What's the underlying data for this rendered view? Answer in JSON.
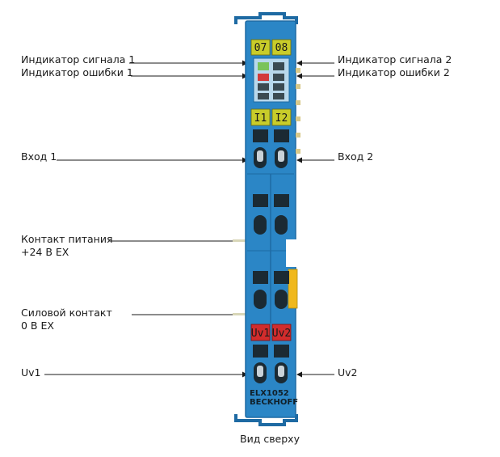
{
  "labels": {
    "signal_indicator_1": "Индикатор сигнала 1",
    "error_indicator_1": "Индикатор ошибки 1",
    "signal_indicator_2": "Индикатор сигнала 2",
    "error_indicator_2": "Индикатор ошибки 2",
    "input_1": "Вход 1",
    "input_2": "Вход 2",
    "power_contact_line1": "Контакт питания",
    "power_contact_line2": "+24 В EX",
    "supply_contact_line1": "Силовой контакт",
    "supply_contact_line2": "0 В EX",
    "uv1": "Uv1",
    "uv2": "Uv2"
  },
  "caption": "Вид сверху",
  "module": {
    "channel_tag_1": "07",
    "channel_tag_2": "08",
    "input_tag_1": "I1",
    "input_tag_2": "I2",
    "uv_tag_1": "Uv1",
    "uv_tag_2": "Uv2",
    "model": "ELX1052",
    "brand": "BECKHOFF"
  },
  "colors": {
    "housing": "#2b86c6",
    "housing_dark": "#1e6aa3",
    "tag_yellow": "#c8cc2a",
    "tag_red": "#d12c2c",
    "led_green": "#7ac35a",
    "led_red": "#d23a3a"
  }
}
